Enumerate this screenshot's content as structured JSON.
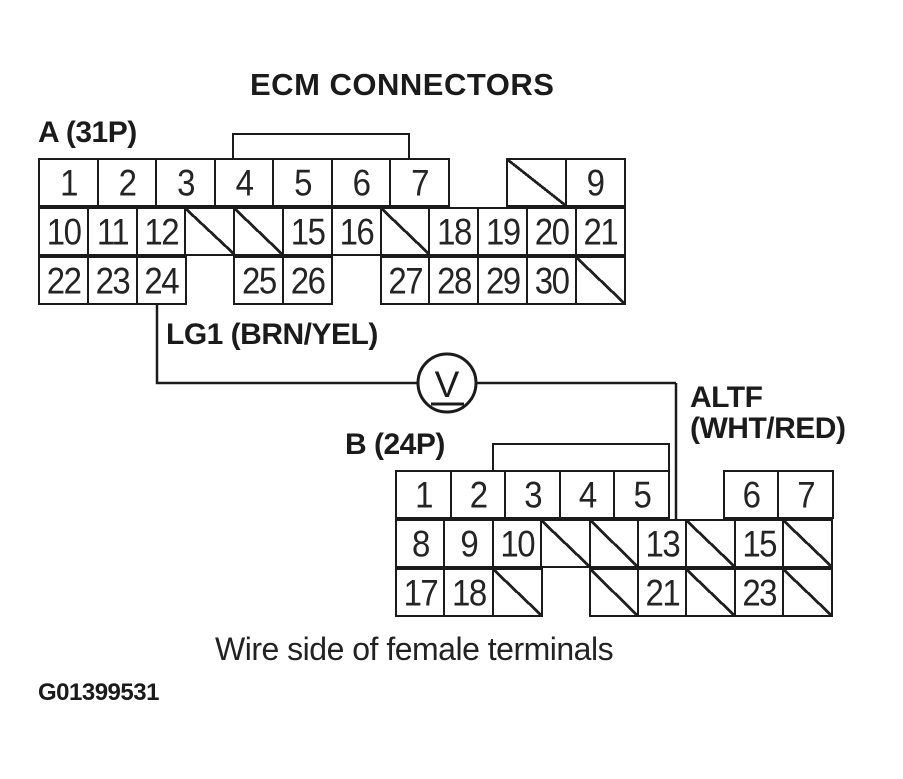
{
  "title": "ECM CONNECTORS",
  "ink_color": "#1b1b1b",
  "connector_a": {
    "label": "A (31P)",
    "rows": [
      [
        "1",
        "2",
        "3",
        "4",
        "5",
        "6",
        "7",
        "",
        "/",
        "9"
      ],
      [
        "10",
        "11",
        "12",
        "/",
        "/",
        "15",
        "16",
        "/",
        "18",
        "19",
        "20",
        "21"
      ],
      [
        "22",
        "23",
        "24",
        "",
        "25",
        "26",
        "",
        "27",
        "28",
        "29",
        "30",
        "/"
      ]
    ]
  },
  "connector_b": {
    "label": "B (24P)",
    "rows": [
      [
        "1",
        "2",
        "3",
        "4",
        "5",
        "",
        "6",
        "7"
      ],
      [
        "8",
        "9",
        "10",
        "/",
        "/",
        "13",
        "/",
        "15",
        "/"
      ],
      [
        "17",
        "18",
        "/",
        "",
        "/",
        "21",
        "/",
        "23",
        "/"
      ]
    ]
  },
  "wire": {
    "from_label": "LG1 (BRN/YEL)",
    "to_label": [
      "ALTF",
      "(WHT/RED)"
    ],
    "meter": {
      "symbol": "V"
    }
  },
  "footer": {
    "caption": "Wire side of female terminals",
    "figure_id": "G01399531"
  }
}
